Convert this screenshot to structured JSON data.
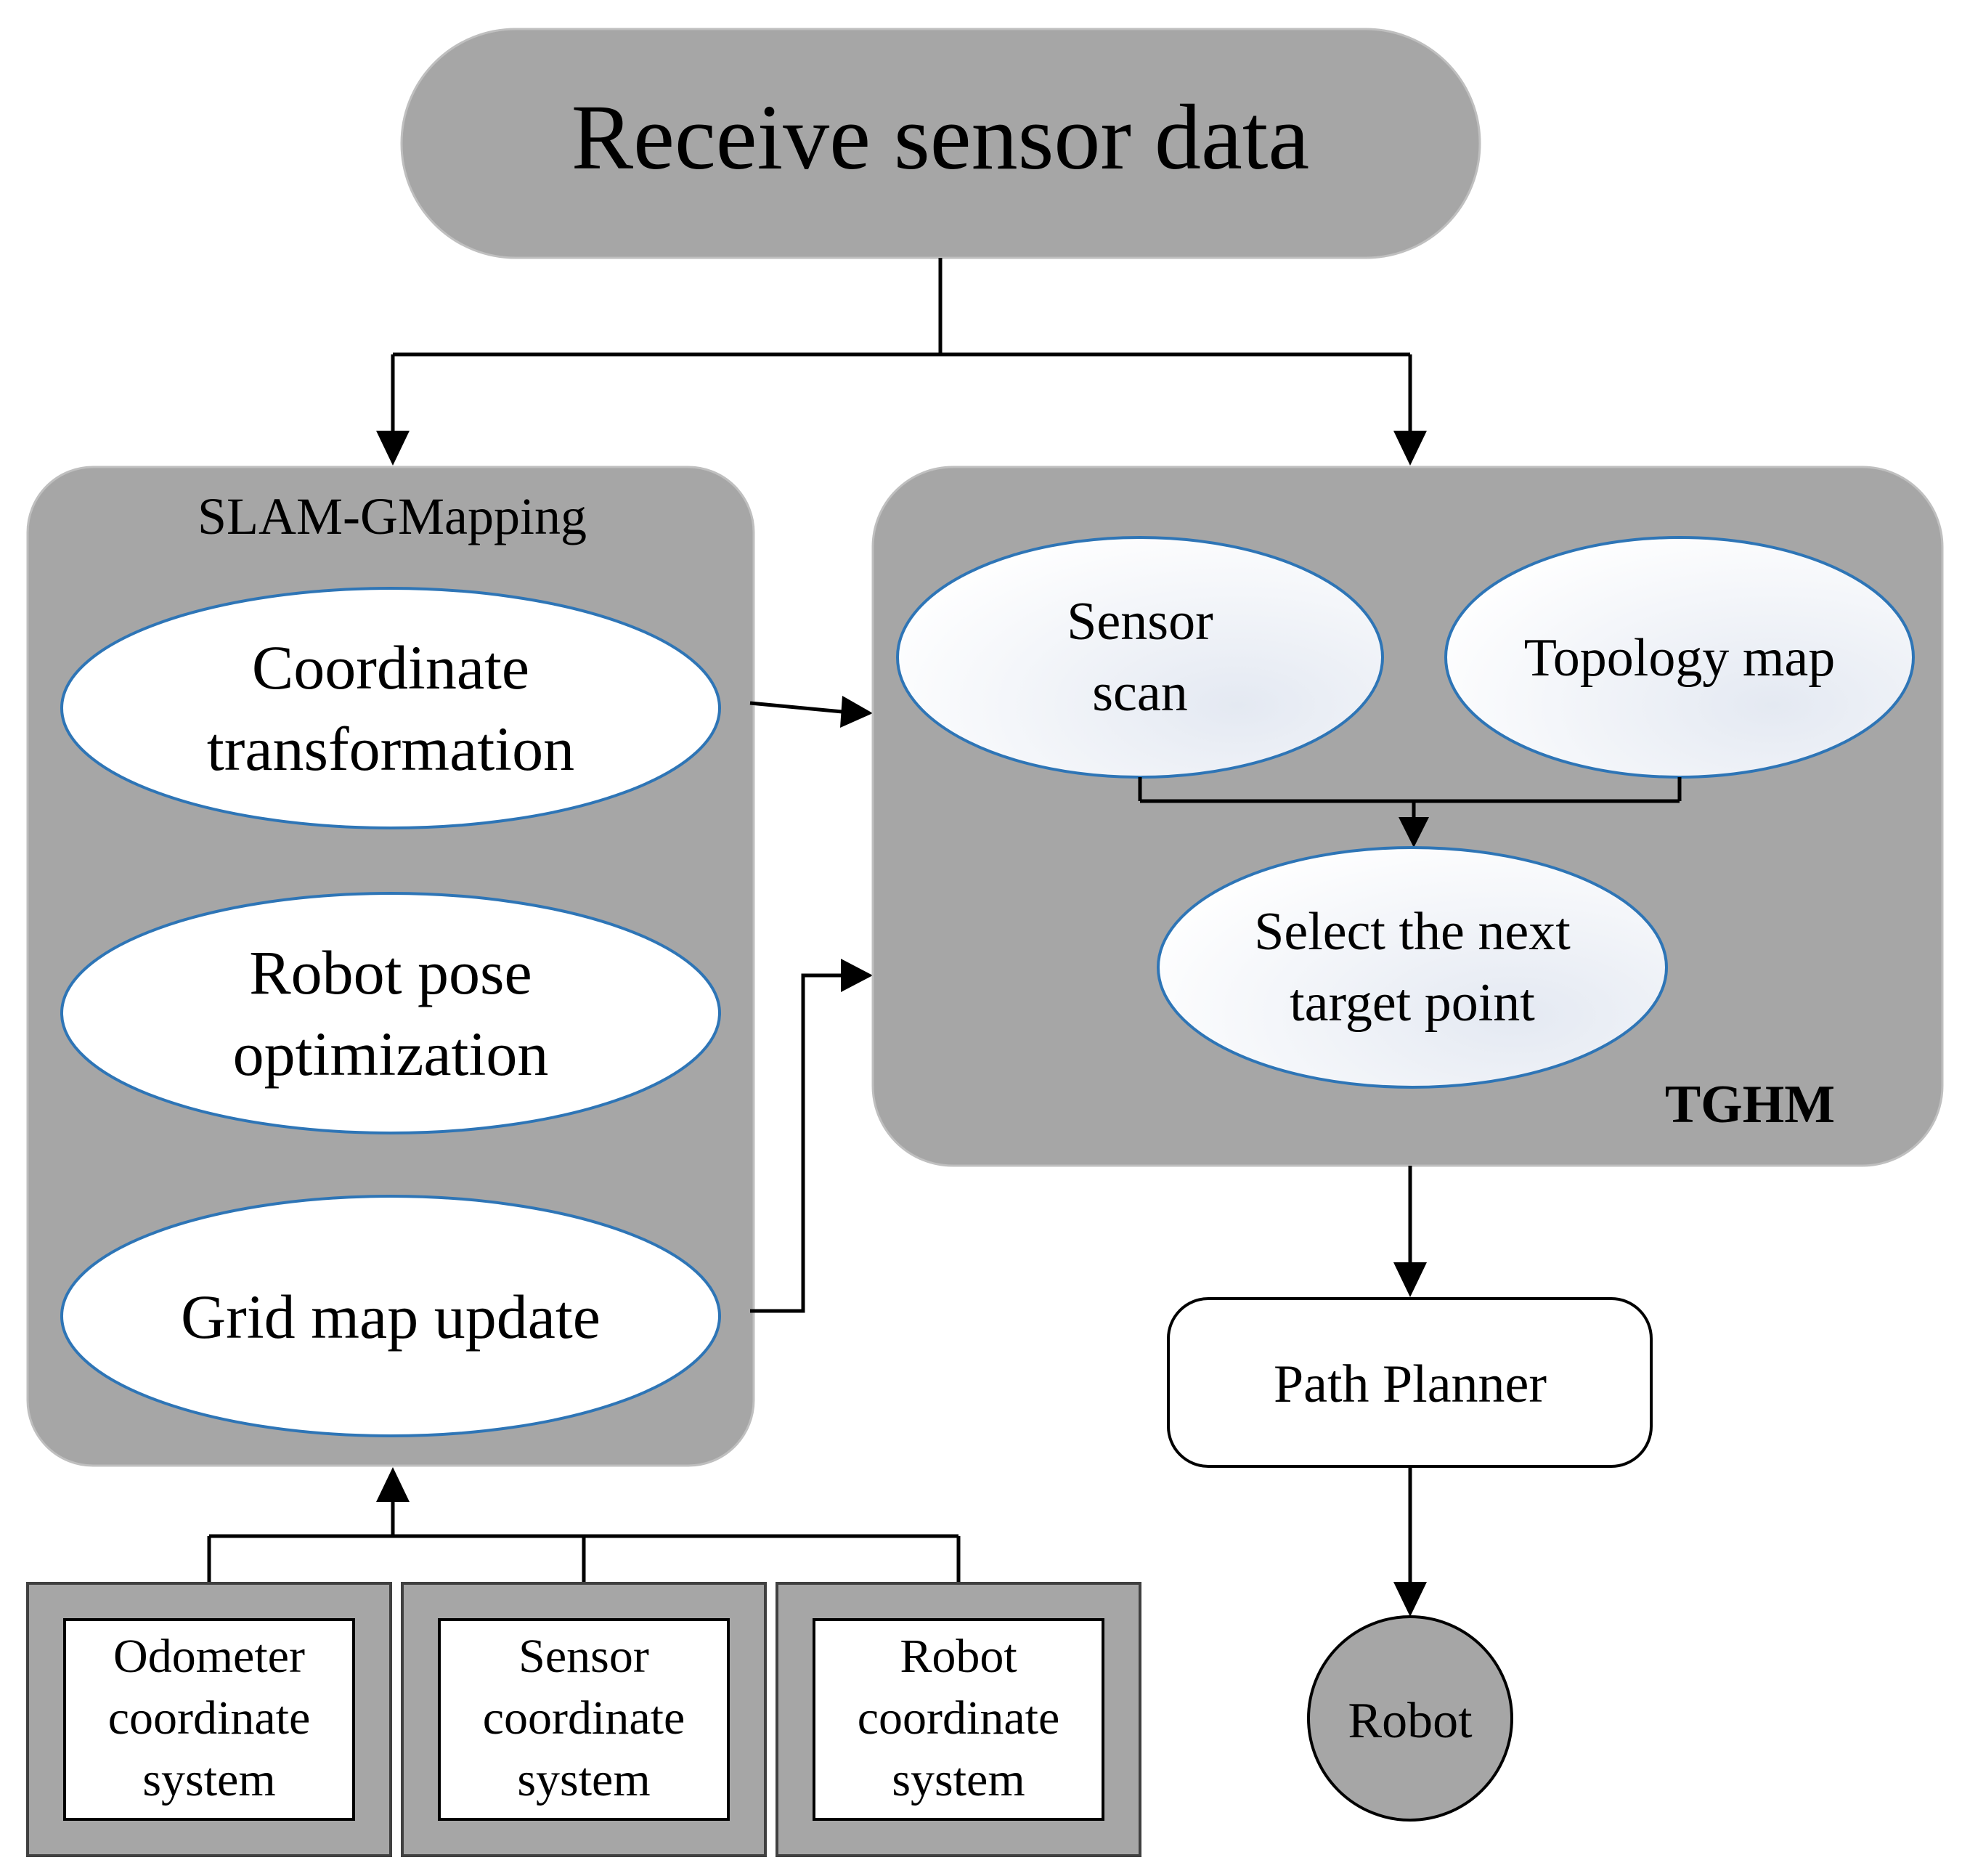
{
  "top": {
    "label": "Receive sensor data"
  },
  "slam": {
    "title": "SLAM-GMapping",
    "nodes": [
      {
        "line1": "Coordinate",
        "line2": "transformation"
      },
      {
        "line1": "Robot pose",
        "line2": "optimization"
      },
      {
        "line1": "Grid map update"
      }
    ]
  },
  "tghm": {
    "title": "TGHM",
    "sensor_scan": {
      "line1": "Sensor",
      "line2": "scan"
    },
    "topology_map": "Topology map",
    "select_target": {
      "line1": "Select the next",
      "line2": "target point"
    }
  },
  "coordinate_systems": [
    {
      "line1": "Odometer",
      "line2": "coordinate",
      "line3": "system"
    },
    {
      "line1": "Sensor",
      "line2": "coordinate",
      "line3": "system"
    },
    {
      "line1": "Robot",
      "line2": "coordinate",
      "line3": "system"
    }
  ],
  "path_planner": {
    "label": "Path Planner"
  },
  "robot": {
    "label": "Robot"
  },
  "colors": {
    "panel_gray": "#a6a6a6",
    "ellipse_border": "#2e75b6",
    "ellipse_fill": "#ffffff",
    "line": "#000000"
  }
}
